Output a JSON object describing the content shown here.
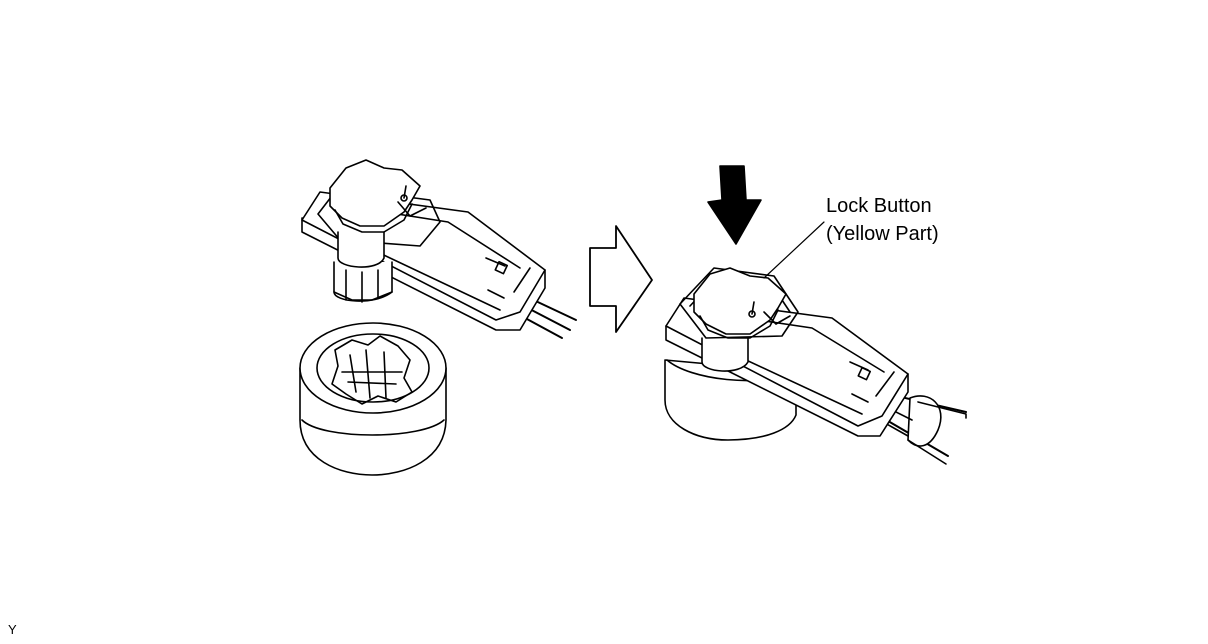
{
  "callout": {
    "line1": "Lock Button",
    "line2": "(Yellow Part)"
  },
  "figure_code": "Y",
  "colors": {
    "ink": "#000000",
    "paper": "#ffffff"
  },
  "icons": {
    "sequence_arrow": "hollow-right-arrow-icon",
    "press_arrow": "solid-down-arrow-icon"
  }
}
